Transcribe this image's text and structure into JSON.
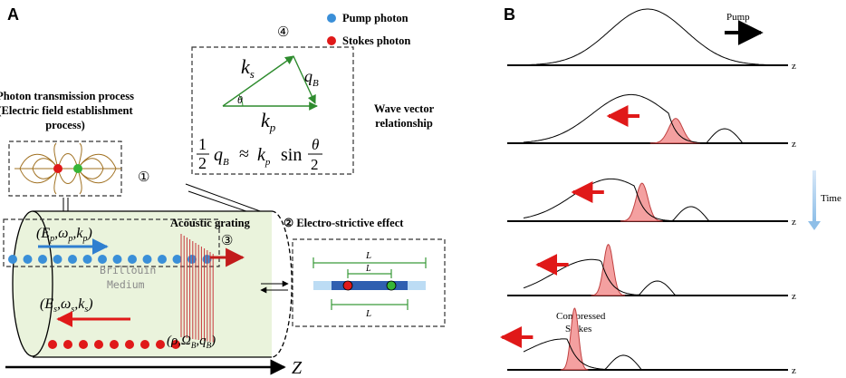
{
  "panel_a": {
    "letter": "A",
    "legend": {
      "pump": {
        "label": "Pump photon",
        "color": "#3a8fd8"
      },
      "stokes": {
        "label": "Stokes photon",
        "color": "#e01919"
      }
    },
    "photon_process": {
      "line1": "Photon transmission process",
      "line2": "(Electric field establishment",
      "line3": "process)"
    },
    "steps": {
      "s1": "①",
      "s2": "② Electro-strictive effect",
      "s3": "③",
      "s4": "④"
    },
    "wave_vector": {
      "title_line1": "Wave vector",
      "title_line2": "relationship",
      "ks": "k",
      "ks_sub": "s",
      "qb": "q",
      "qb_sub": "B",
      "kp": "k",
      "kp_sub": "p",
      "theta": "θ",
      "eq_half": "1",
      "eq_two": "2",
      "eq_q": "q",
      "eq_q_sub": "B",
      "eq_approx": "≈",
      "eq_k": "k",
      "eq_k_sub": "p",
      "eq_sin": "sin",
      "eq_theta": "θ",
      "eq_theta_den": "2"
    },
    "acoustic_grating": "Acoustic grating",
    "medium_line1": "Brillouin",
    "medium_line2": "Medium",
    "pump_tuple": "(E",
    "pump_tuple_full": {
      "E": "E",
      "Esub": "p",
      "w": "ω",
      "wsub": "p",
      "k": "k",
      "ksub": "p"
    },
    "stokes_tuple_full": {
      "E": "E",
      "Esub": "s",
      "w": "ω",
      "wsub": "s",
      "k": "k",
      "ksub": "s"
    },
    "grating_tuple": {
      "rho": "ρ",
      "Omega": "Ω",
      "Osub": "B",
      "q": "q",
      "qsub": "B"
    },
    "z_axis": "Z",
    "electrostriction_L": "L",
    "pump_dot_count": 14,
    "stokes_dot_count": 9
  },
  "panel_b": {
    "letter": "B",
    "pump_label": "Pump",
    "time_label": "Time",
    "compressed_line1": "Compressed",
    "compressed_line2": "Stokes",
    "z_label": "z",
    "stokes_fill": "#f4a0a0",
    "arrow_color": "#e01919",
    "rows": [
      {
        "pump_center": 0.5,
        "stokes_height": 0.0
      },
      {
        "pump_center": 0.44,
        "stokes_height": 0.3
      },
      {
        "pump_center": 0.37,
        "stokes_height": 0.55
      },
      {
        "pump_center": 0.3,
        "stokes_height": 0.8
      },
      {
        "pump_center": 0.2,
        "stokes_height": 1.0
      }
    ]
  }
}
